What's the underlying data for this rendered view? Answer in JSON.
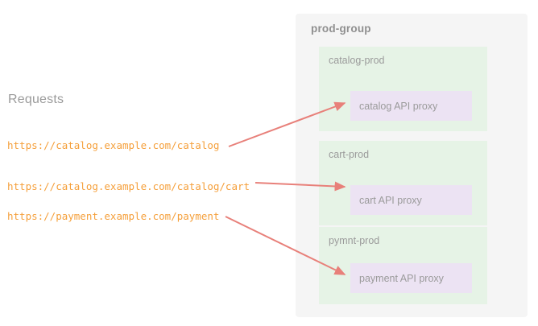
{
  "requests": {
    "title": "Requests",
    "urls": [
      "https://catalog.example.com/catalog",
      "https://catalog.example.com/catalog/cart",
      "https://payment.example.com/payment"
    ]
  },
  "prod_group": {
    "title": "prod-group",
    "environments": [
      {
        "label": "catalog-prod",
        "proxy": "catalog API proxy"
      },
      {
        "label": "cart-prod",
        "proxy": "cart API proxy"
      },
      {
        "label": "pymnt-prod",
        "proxy": "payment API proxy"
      }
    ]
  },
  "colors": {
    "url_text": "#f5a03c",
    "group_background": "#f5f5f5",
    "env_background": "#e6f3e6",
    "proxy_background": "#ece3f3",
    "label_text": "#9b9b9b",
    "arrow": "#e8807a"
  },
  "arrows": [
    {
      "name": "arrow-catalog",
      "from_request": 0,
      "to_proxy": 0
    },
    {
      "name": "arrow-cart",
      "from_request": 1,
      "to_proxy": 1
    },
    {
      "name": "arrow-payment",
      "from_request": 2,
      "to_proxy": 2
    }
  ]
}
